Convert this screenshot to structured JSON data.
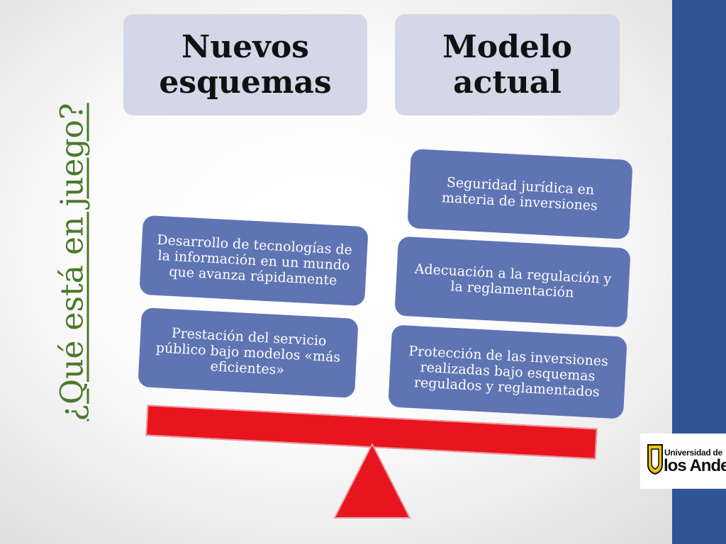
{
  "title": "¿Qué está en juego?",
  "headers": {
    "left": "Nuevos esquemas",
    "right": "Modelo actual"
  },
  "left_items": [
    "Desarrollo de tecnologías de la información en un mundo que avanza rápidamente",
    "Prestación del servicio público bajo modelos «más eficientes»"
  ],
  "right_items": [
    "Seguridad jurídica en materia de inversiones",
    "Adecuación a la regulación y la reglamentación",
    "Protección de las inversiones realizadas bajo esquemas regulados y reglamentados"
  ],
  "logo": {
    "line1": "Universidad de",
    "line2": "los Andes"
  },
  "colors": {
    "title": "#4a7a2a",
    "header_box": "#d3d7e7",
    "item_box": "#5f74b3",
    "side_bar": "#2f5597",
    "beam": "#e8141e",
    "fulcrum": "#e8141e"
  },
  "icons": [
    "university-shield-icon"
  ]
}
